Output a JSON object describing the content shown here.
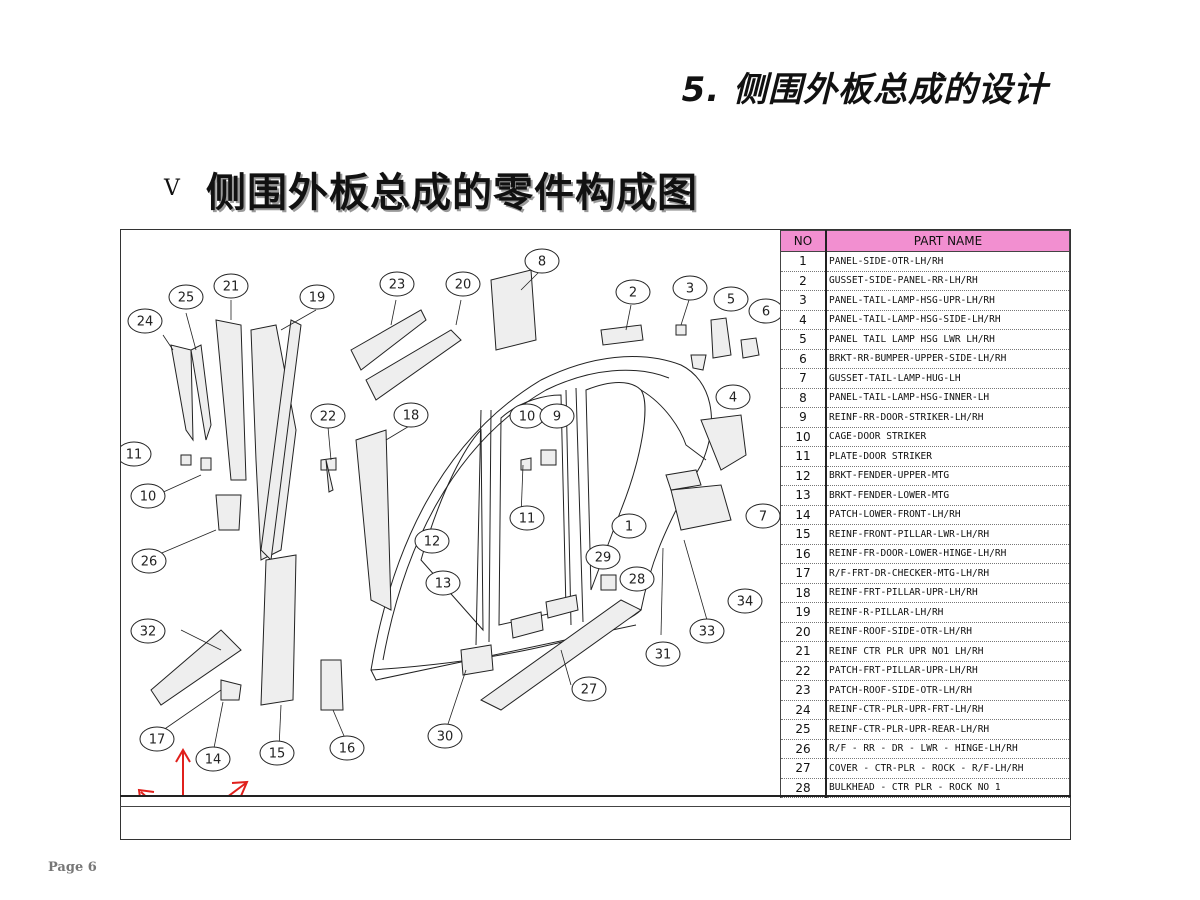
{
  "header": {
    "title": "5. 侧围外板总成的设计"
  },
  "subheading": {
    "bullet": "V",
    "title": "侧围外板总成的零件构成图"
  },
  "table": {
    "col_no": "NO",
    "col_name": "PART NAME",
    "rows": [
      {
        "no": "1",
        "name": "PANEL-SIDE-OTR-LH/RH"
      },
      {
        "no": "2",
        "name": "GUSSET-SIDE-PANEL-RR-LH/RH"
      },
      {
        "no": "3",
        "name": "PANEL-TAIL-LAMP-HSG-UPR-LH/RH"
      },
      {
        "no": "4",
        "name": "PANEL-TAIL-LAMP-HSG-SIDE-LH/RH"
      },
      {
        "no": "5",
        "name": "PANEL TAIL LAMP HSG LWR LH/RH"
      },
      {
        "no": "6",
        "name": "BRKT-RR-BUMPER-UPPER-SIDE-LH/RH"
      },
      {
        "no": "7",
        "name": "GUSSET-TAIL-LAMP-HUG-LH"
      },
      {
        "no": "8",
        "name": "PANEL-TAIL-LAMP-HSG-INNER-LH"
      },
      {
        "no": "9",
        "name": "REINF-RR-DOOR-STRIKER-LH/RH"
      },
      {
        "no": "10",
        "name": "CAGE-DOOR STRIKER"
      },
      {
        "no": "11",
        "name": "PLATE-DOOR STRIKER"
      },
      {
        "no": "12",
        "name": "BRKT-FENDER-UPPER-MTG"
      },
      {
        "no": "13",
        "name": "BRKT-FENDER-LOWER-MTG"
      },
      {
        "no": "14",
        "name": "PATCH-LOWER-FRONT-LH/RH"
      },
      {
        "no": "15",
        "name": "REINF-FRONT-PILLAR-LWR-LH/RH"
      },
      {
        "no": "16",
        "name": "REINF-FR-DOOR-LOWER-HINGE-LH/RH"
      },
      {
        "no": "17",
        "name": "R/F-FRT-DR-CHECKER-MTG-LH/RH"
      },
      {
        "no": "18",
        "name": "REINF-FRT-PILLAR-UPR-LH/RH"
      },
      {
        "no": "19",
        "name": "REINF-R-PILLAR-LH/RH"
      },
      {
        "no": "20",
        "name": "REINF-ROOF-SIDE-OTR-LH/RH"
      },
      {
        "no": "21",
        "name": "REINF CTR PLR UPR NO1 LH/RH"
      },
      {
        "no": "22",
        "name": "PATCH-FRT-PILLAR-UPR-LH/RH"
      },
      {
        "no": "23",
        "name": "PATCH-ROOF-SIDE-OTR-LH/RH"
      },
      {
        "no": "24",
        "name": "REINF-CTR-PLR-UPR-FRT-LH/RH"
      },
      {
        "no": "25",
        "name": "REINF-CTR-PLR-UPR-REAR-LH/RH"
      },
      {
        "no": "26",
        "name": "R/F - RR - DR - LWR - HINGE-LH/RH"
      },
      {
        "no": "27",
        "name": "COVER - CTR-PLR - ROCK - R/F-LH/RH"
      },
      {
        "no": "28",
        "name": "BULKHEAD - CTR PLR - ROCK NO 1"
      }
    ]
  },
  "callouts": [
    {
      "label": "8"
    },
    {
      "label": "25"
    },
    {
      "label": "21"
    },
    {
      "label": "19"
    },
    {
      "label": "23"
    },
    {
      "label": "20"
    },
    {
      "label": "2"
    },
    {
      "label": "3"
    },
    {
      "label": "5"
    },
    {
      "label": "6"
    },
    {
      "label": "24"
    },
    {
      "label": "4"
    },
    {
      "label": "22"
    },
    {
      "label": "18"
    },
    {
      "label": "10"
    },
    {
      "label": "9"
    },
    {
      "label": "11"
    },
    {
      "label": "10"
    },
    {
      "label": "7"
    },
    {
      "label": "11"
    },
    {
      "label": "1"
    },
    {
      "label": "12"
    },
    {
      "label": "26"
    },
    {
      "label": "29"
    },
    {
      "label": "13"
    },
    {
      "label": "28"
    },
    {
      "label": "34"
    },
    {
      "label": "32"
    },
    {
      "label": "33"
    },
    {
      "label": "31"
    },
    {
      "label": "27"
    },
    {
      "label": "17"
    },
    {
      "label": "30"
    },
    {
      "label": "14"
    },
    {
      "label": "15"
    },
    {
      "label": "16"
    }
  ],
  "footer": {
    "page": "Page 6"
  }
}
